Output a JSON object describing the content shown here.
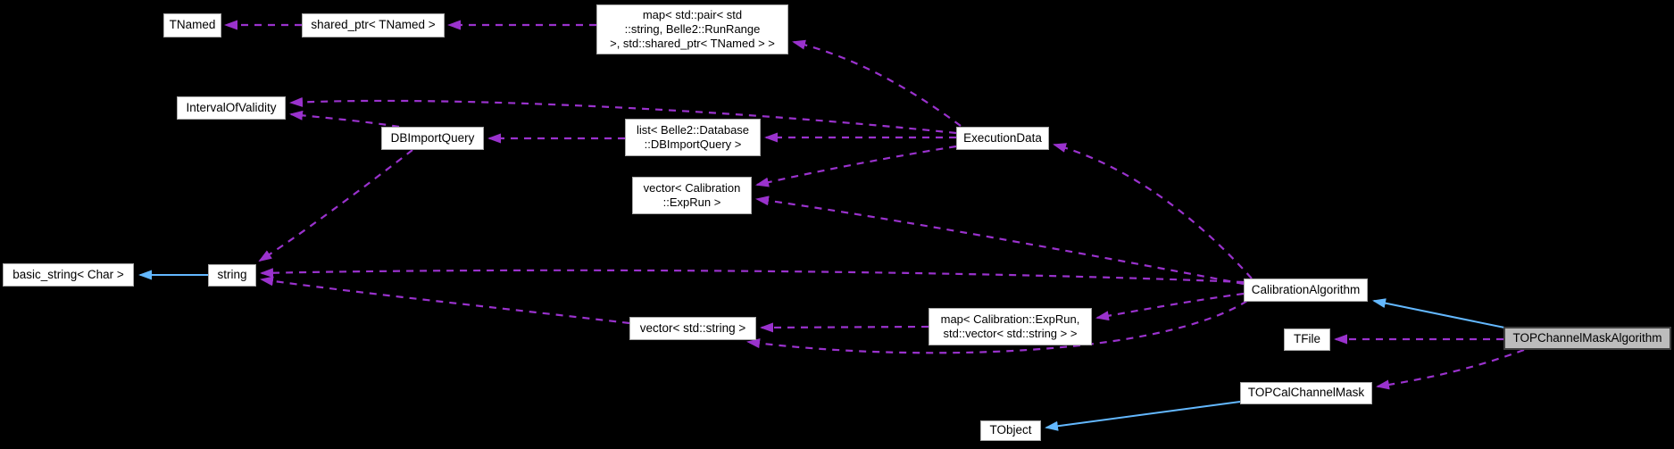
{
  "diagram": {
    "kind": "collaboration-graph",
    "highlighted_node": "TOPChannelMaskAlgorithm",
    "colors": {
      "background": "#000000",
      "node_fill": "#ffffff",
      "node_border": "#a9a9a9",
      "highlight_fill": "#bcbcbc",
      "collaboration_edge": "#9a32cd",
      "inheritance_edge": "#63b8ff",
      "text": "#000000"
    },
    "nodes": [
      {
        "id": "tnamed",
        "label": "TNamed"
      },
      {
        "id": "shared-ptr-tnamed",
        "label": "shared_ptr< TNamed >"
      },
      {
        "id": "map-runrange-tnamed",
        "label": "map< std::pair< std\n::string, Belle2::RunRange\n >, std::shared_ptr< TNamed > >"
      },
      {
        "id": "interval-of-validity",
        "label": "IntervalOfValidity"
      },
      {
        "id": "dbimportquery",
        "label": "DBImportQuery"
      },
      {
        "id": "list-dbimportquery",
        "label": "list< Belle2::Database\n::DBImportQuery >"
      },
      {
        "id": "executiondata",
        "label": "ExecutionData"
      },
      {
        "id": "vector-exprun",
        "label": "vector< Calibration\n::ExpRun >"
      },
      {
        "id": "basic-string-char",
        "label": "basic_string< Char >"
      },
      {
        "id": "string",
        "label": "string"
      },
      {
        "id": "vector-std-string",
        "label": "vector< std::string >"
      },
      {
        "id": "map-exprun-vector-string",
        "label": "map< Calibration::ExpRun,\n std::vector< std::string > >"
      },
      {
        "id": "calibration-algorithm",
        "label": "CalibrationAlgorithm"
      },
      {
        "id": "tfile",
        "label": "TFile"
      },
      {
        "id": "top-channel-mask-algorithm",
        "label": "TOPChannelMaskAlgorithm",
        "highlighted": true
      },
      {
        "id": "top-cal-channel-mask",
        "label": "TOPCalChannelMask"
      },
      {
        "id": "tobject",
        "label": "TObject"
      }
    ],
    "edges": [
      {
        "from": "shared-ptr-tnamed",
        "to": "tnamed",
        "type": "collaboration"
      },
      {
        "from": "map-runrange-tnamed",
        "to": "shared-ptr-tnamed",
        "type": "collaboration"
      },
      {
        "from": "executiondata",
        "to": "map-runrange-tnamed",
        "type": "collaboration"
      },
      {
        "from": "executiondata",
        "to": "interval-of-validity",
        "type": "collaboration"
      },
      {
        "from": "dbimportquery",
        "to": "interval-of-validity",
        "type": "collaboration"
      },
      {
        "from": "executiondata",
        "to": "list-dbimportquery",
        "type": "collaboration"
      },
      {
        "from": "list-dbimportquery",
        "to": "dbimportquery",
        "type": "collaboration"
      },
      {
        "from": "executiondata",
        "to": "vector-exprun",
        "type": "collaboration"
      },
      {
        "from": "calibration-algorithm",
        "to": "vector-exprun",
        "type": "collaboration"
      },
      {
        "from": "calibration-algorithm",
        "to": "executiondata",
        "type": "collaboration"
      },
      {
        "from": "dbimportquery",
        "to": "string",
        "type": "collaboration"
      },
      {
        "from": "calibration-algorithm",
        "to": "string",
        "type": "collaboration"
      },
      {
        "from": "vector-std-string",
        "to": "string",
        "type": "collaboration"
      },
      {
        "from": "map-exprun-vector-string",
        "to": "vector-std-string",
        "type": "collaboration"
      },
      {
        "from": "calibration-algorithm",
        "to": "map-exprun-vector-string",
        "type": "collaboration"
      },
      {
        "from": "calibration-algorithm",
        "to": "vector-std-string",
        "type": "collaboration"
      },
      {
        "from": "top-channel-mask-algorithm",
        "to": "tfile",
        "type": "collaboration"
      },
      {
        "from": "top-channel-mask-algorithm",
        "to": "top-cal-channel-mask",
        "type": "collaboration"
      },
      {
        "from": "string",
        "to": "basic-string-char",
        "type": "inheritance"
      },
      {
        "from": "top-channel-mask-algorithm",
        "to": "calibration-algorithm",
        "type": "inheritance"
      },
      {
        "from": "top-cal-channel-mask",
        "to": "tobject",
        "type": "inheritance"
      }
    ]
  }
}
